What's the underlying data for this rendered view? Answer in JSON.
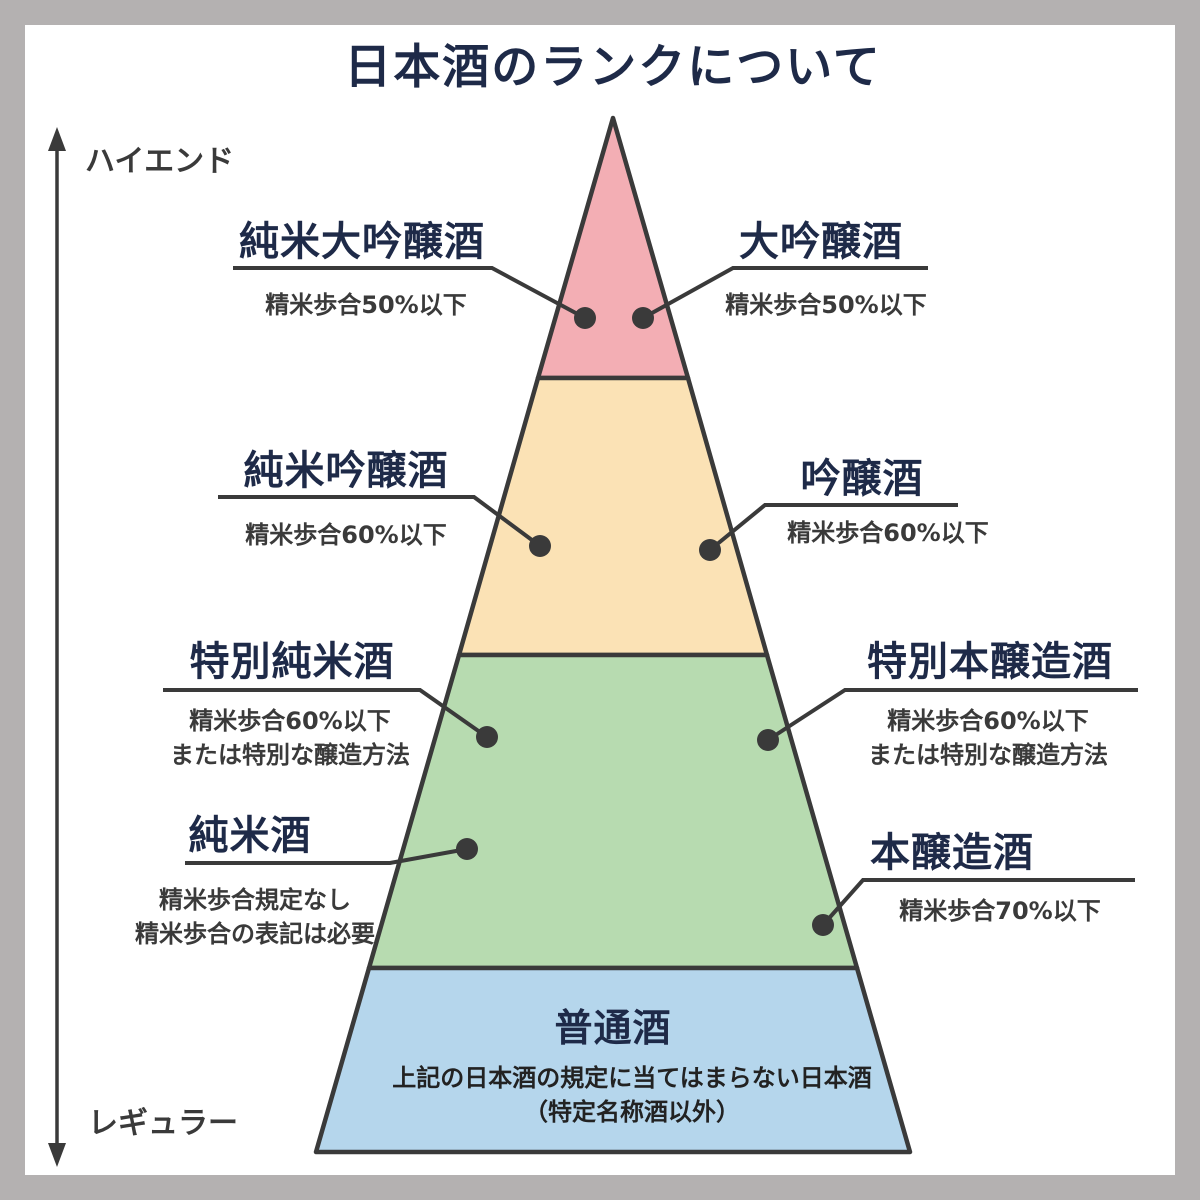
{
  "title": "日本酒のランクについて",
  "axis": {
    "high_label": "ハイエンド",
    "low_label": "レギュラー"
  },
  "colors": {
    "background": "#b4b1b1",
    "card": "#ffffff",
    "outline": "#3a3a3a",
    "text_navy": "#1e2a48",
    "tier_top": "#f3aeb4",
    "tier_second": "#fbe2b5",
    "tier_third": "#b7dbb0",
    "tier_bottom": "#b5d6ec"
  },
  "labels": {
    "junmai_daiginjo": {
      "title": "純米大吟醸酒",
      "subs": [
        "精米歩合50%以下"
      ]
    },
    "daiginjo": {
      "title": "大吟醸酒",
      "subs": [
        "精米歩合50%以下"
      ]
    },
    "junmai_ginjo": {
      "title": "純米吟醸酒",
      "subs": [
        "精米歩合60%以下"
      ]
    },
    "ginjo": {
      "title": "吟醸酒",
      "subs": [
        "精米歩合60%以下"
      ]
    },
    "tokubetsu_junmai": {
      "title": "特別純米酒",
      "subs": [
        "精米歩合60%以下",
        "または特別な醸造方法"
      ]
    },
    "tokubetsu_honjozo": {
      "title": "特別本醸造酒",
      "subs": [
        "精米歩合60%以下",
        "または特別な醸造方法"
      ]
    },
    "junmai": {
      "title": "純米酒",
      "subs": [
        "精米歩合規定なし",
        "精米歩合の表記は必要"
      ]
    },
    "honjozo": {
      "title": "本醸造酒",
      "subs": [
        "精米歩合70%以下"
      ]
    },
    "futsushu": {
      "title": "普通酒",
      "subs": [
        "上記の日本酒の規定に当てはまらない日本酒",
        "（特定名称酒以外）"
      ]
    }
  }
}
